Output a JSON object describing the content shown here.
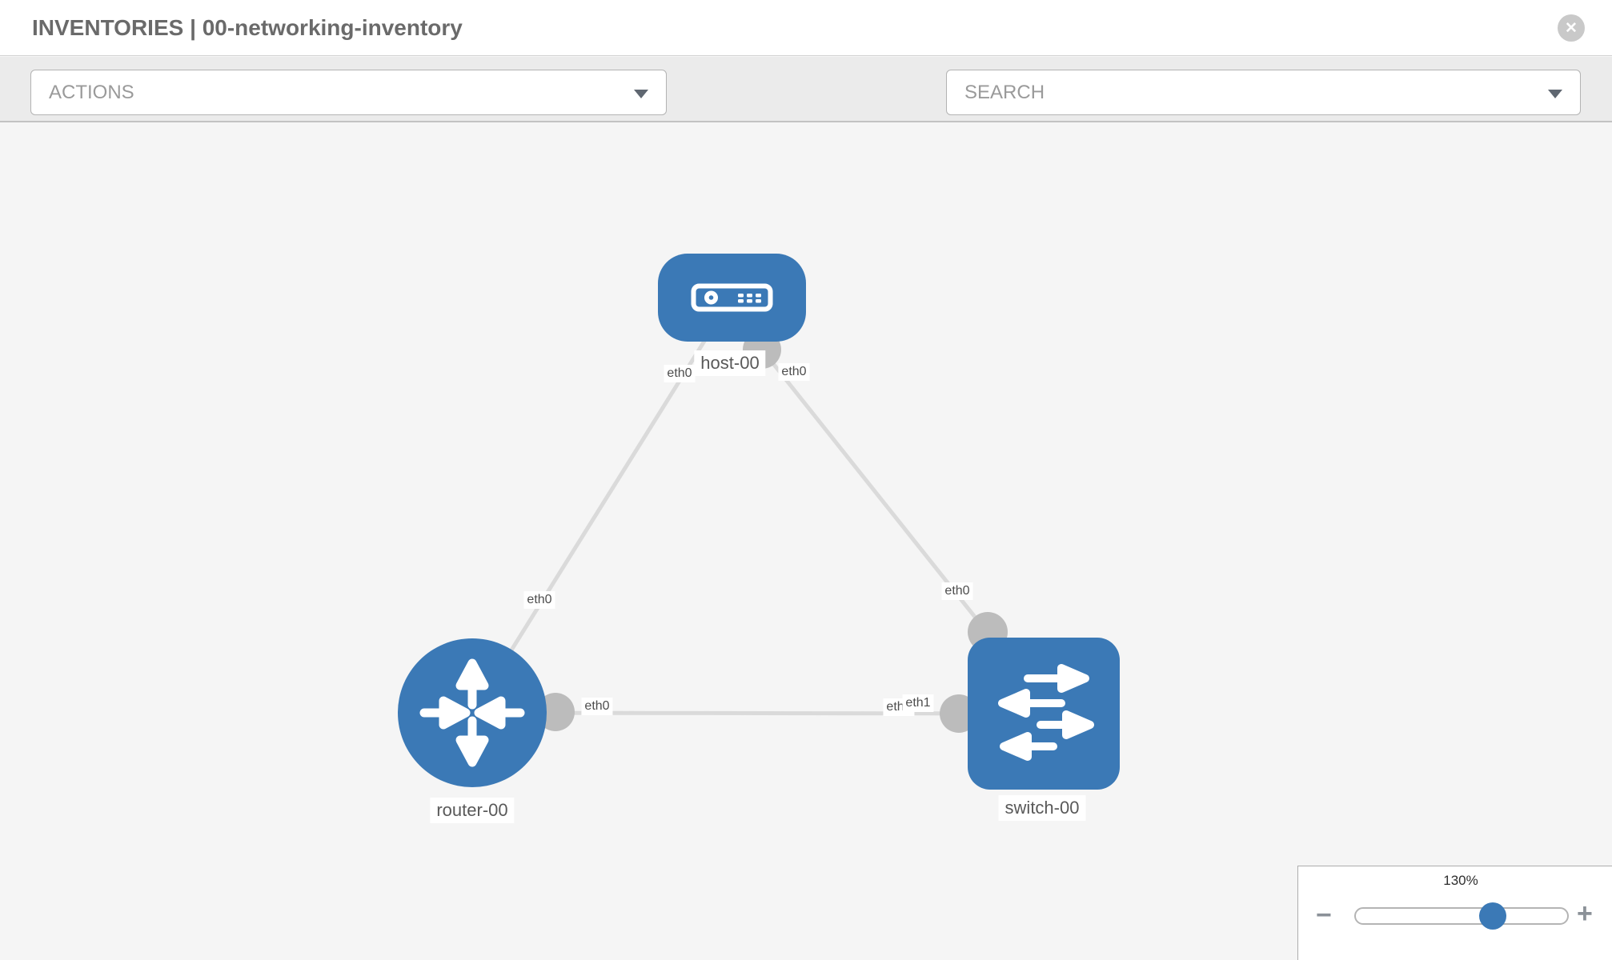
{
  "header": {
    "title": "INVENTORIES | 00-networking-inventory",
    "close_label": "✕"
  },
  "toolbar": {
    "actions_label": "ACTIONS",
    "search_label": "SEARCH"
  },
  "topology": {
    "nodes": {
      "host": {
        "label": "host-00",
        "type": "host"
      },
      "router": {
        "label": "router-00",
        "type": "router"
      },
      "switch": {
        "label": "switch-00",
        "type": "switch"
      }
    },
    "interfaces": {
      "host_to_router": "eth0",
      "host_to_switch": "eth0",
      "router_to_host": "eth0",
      "switch_to_host": "eth0",
      "router_to_switch": "eth0",
      "switch_to_router_under": "eth0",
      "switch_to_router": "eth1"
    },
    "links": [
      {
        "from": "host-00",
        "to": "router-00"
      },
      {
        "from": "host-00",
        "to": "switch-00"
      },
      {
        "from": "router-00",
        "to": "switch-00"
      }
    ]
  },
  "zoom_control": {
    "level": "130%",
    "minus_label": "−",
    "plus_label": "+"
  },
  "colors": {
    "node_blue": "#3b79b6",
    "link_gray": "#dadada",
    "dot_gray": "#bcbcbc",
    "icon_gray": "#8b9097"
  }
}
